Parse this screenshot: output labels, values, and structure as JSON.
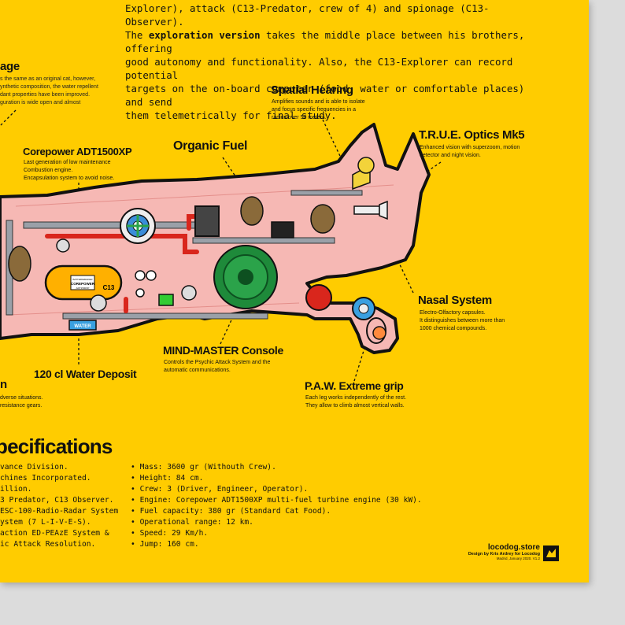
{
  "intro": {
    "line1": "Explorer), attack (C13-Predator, crew of 4) and spionage (C13-Observer).",
    "line2_pre": "The ",
    "line2_bold": "exploration version",
    "line2_post": " takes the middle place between his brothers, offering",
    "line3": "good autonomy and functionality. Also, the C13-Explorer can record potential",
    "line4": "targets on the on-board computer (food, water or comfortable places) and send",
    "line5": "them telemetrically for final study."
  },
  "left_fragment": {
    "title": "age",
    "lines": [
      "s the same as an original cat, however,",
      "ynthetic composition, the water repellent",
      "dant properties have been improved.",
      "guration is wide open and almost"
    ]
  },
  "labels": {
    "spatial_hearing": {
      "title": "Spatial Hearing",
      "desc": "Amplifies sounds and is able to isolate\nand focus specific frequencies in a\nradius over 50 meters."
    },
    "true_optics": {
      "title": "T.R.U.E. Optics Mk5",
      "desc": "Enhanced vision with superzoom, motion\ndetector and night vision."
    },
    "organic_fuel": {
      "title": "Organic Fuel"
    },
    "corepower": {
      "title": "Corepower ADT1500XP",
      "desc": "Last generation of low maintenance\nCombustion engine.\nEncapsulation system to avoid noise."
    },
    "nasal_system": {
      "title": "Nasal System",
      "desc": "Electro-Olfactory capsules.\nIt distinguishes between more than\n1000 chemical compounds."
    },
    "mind_master": {
      "title": "MIND-MASTER Console",
      "desc": "Controls the Psychic Attack System and the\nautomatic communications."
    },
    "water_deposit": {
      "title": "120 cl Water Deposit"
    },
    "paw": {
      "title": "P.A.W. Extreme grip",
      "desc": "Each leg works independently of the rest.\nThey allow to climb almost vertical walls."
    },
    "left_bottom": {
      "title": "n",
      "desc": "dverse situations.\nresistance gears."
    }
  },
  "engine": {
    "brand_small": "BATTERIEMAKER",
    "brand": "COREPOWER",
    "model": "ADT1500XP",
    "tag": "C13"
  },
  "water_tag": "WATER",
  "specifications": {
    "title": "pecifications",
    "left": [
      "vance Division.",
      "chines Incorporated.",
      "illion.",
      "3 Predator, C13 Observer.",
      "ESC-100-Radio-Radar System",
      "ystem (7 L-I-V-E-S).",
      "action ED-PEAzE System &",
      "ic Attack Resolution."
    ],
    "right": [
      "Mass: 3600 gr (Withouth Crew).",
      "Height: 84 cm.",
      "Crew: 3 (Driver, Engineer, Operator).",
      "Engine: Corepower ADT1500XP multi-fuel turbine engine (30 kW).",
      "Fuel capacity: 380 gr (Standard Cat Food).",
      "Operational range: 12 km.",
      "Speed: 29 Km/h.",
      "Jump: 160 cm."
    ]
  },
  "brand": {
    "site": "locodog.store",
    "credit": "Design by Kris Ardrey for Locodog",
    "date": "Madrid, January 2020. V1.2"
  },
  "colors": {
    "background": "#ffcc00",
    "cat_fill": "#f6b8b4",
    "cat_outline": "#111111",
    "engine": "#ffb000",
    "gear_green": "#1e8a3a",
    "pipe_red": "#d9261c",
    "water_blue": "#3aa0e0"
  }
}
